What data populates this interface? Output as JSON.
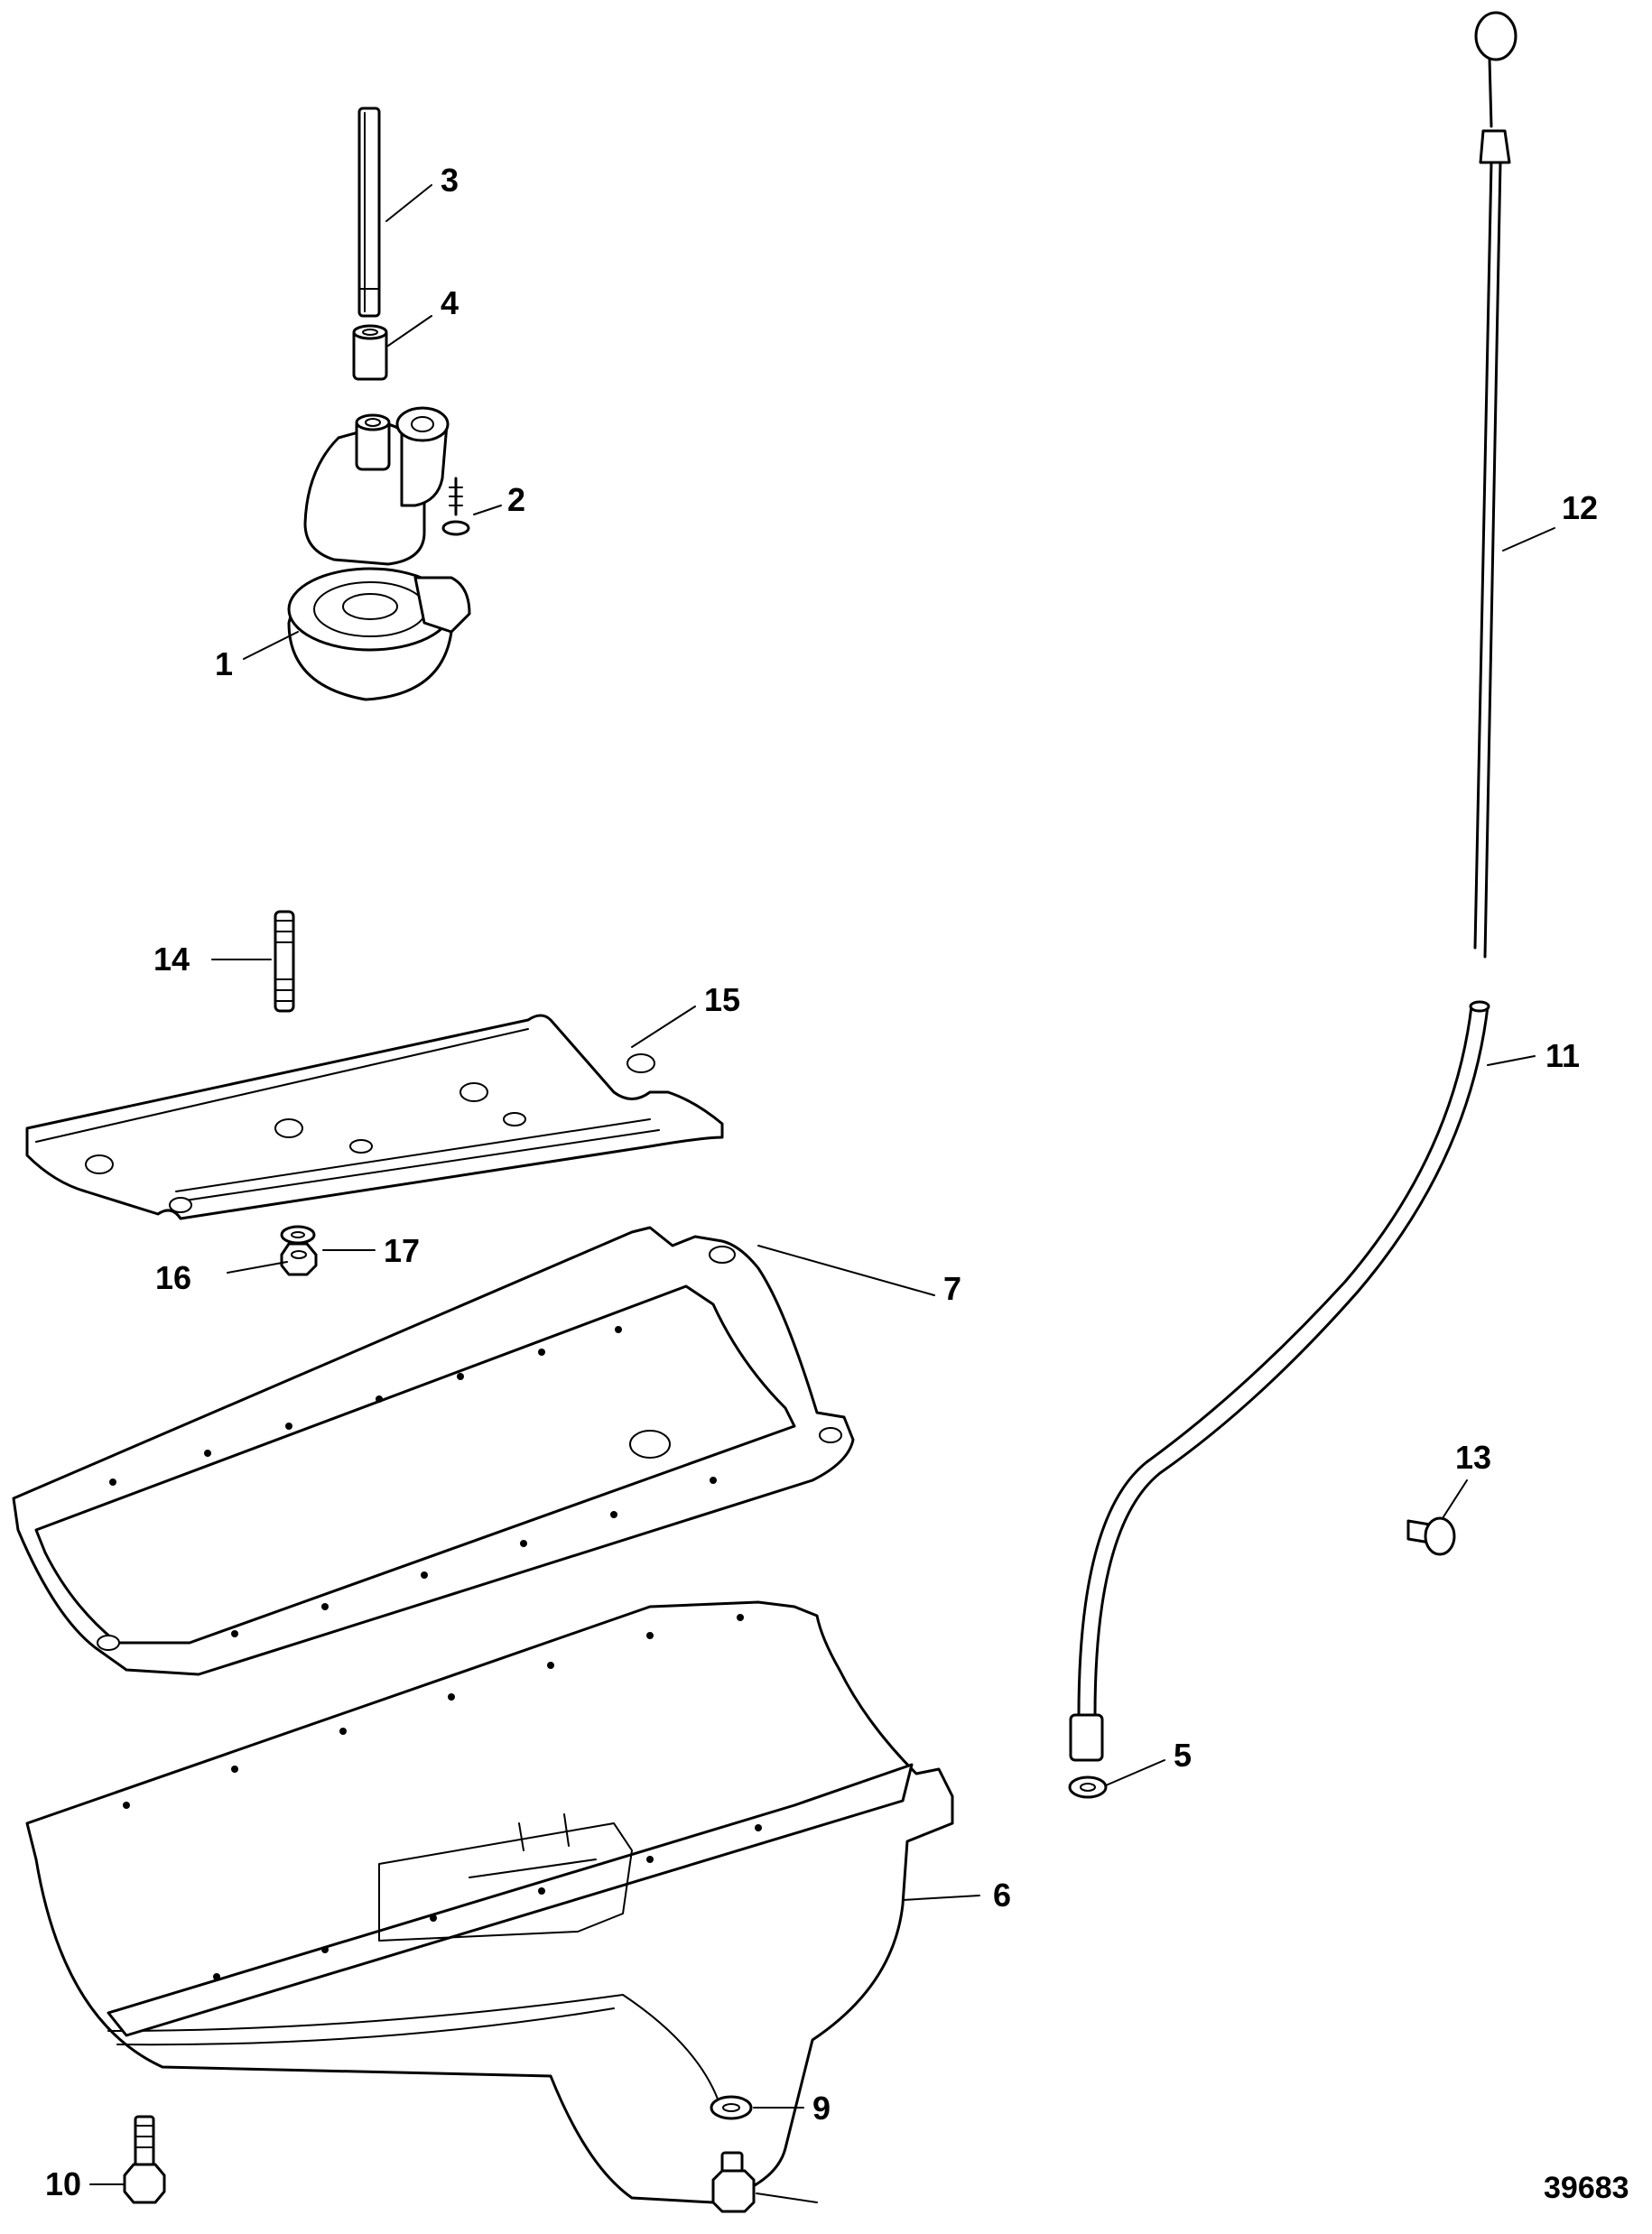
{
  "figure_number": "39683",
  "callouts": {
    "c1": "1",
    "c2": "2",
    "c3": "3",
    "c4": "4",
    "c5": "5",
    "c6": "6",
    "c7": "7",
    "c9": "9",
    "c10": "10",
    "c11": "11",
    "c12": "12",
    "c13": "13",
    "c14": "14",
    "c15": "15",
    "c16": "16",
    "c17": "17"
  }
}
